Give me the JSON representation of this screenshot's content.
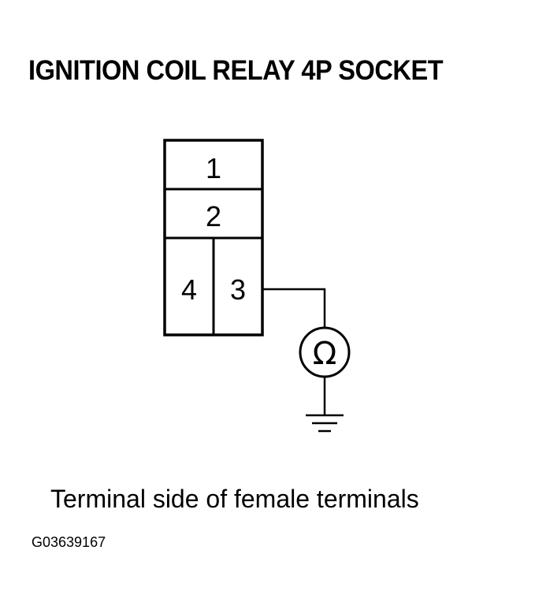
{
  "title": "IGNITION COIL RELAY 4P SOCKET",
  "terminals": {
    "t1": "1",
    "t2": "2",
    "t3": "3",
    "t4": "4"
  },
  "meter_symbol": "Ω",
  "caption": "Terminal side of female terminals",
  "figure_code": "G03639167",
  "icons": {
    "meter": "ohmmeter-icon",
    "ground": "ground-icon"
  }
}
